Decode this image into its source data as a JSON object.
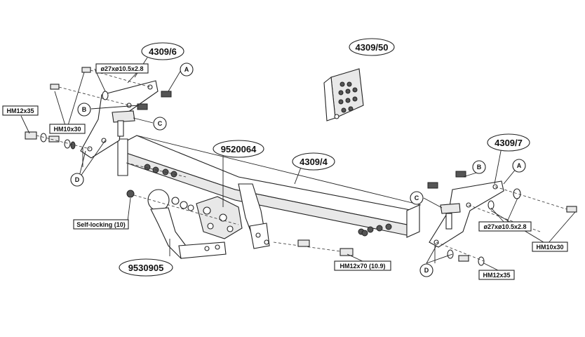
{
  "callouts": {
    "plate_left": "4309/6",
    "control_unit": "4309/50",
    "plate_right": "4309/7",
    "wiring_bracket": "9520064",
    "crossbar": "4309/4",
    "towball": "9530905"
  },
  "boxed_labels": {
    "hm12x35_left": "HM12x35",
    "washer_left": "ø27xø10.5x2.8",
    "hm10x30_left": "HM10x30",
    "self_locking": "Self-locking (10)",
    "hm12x70": "HM12x70 (10.9)",
    "washer_right": "ø27xø10.5x2.8",
    "hm10x30_right": "HM10x30",
    "hm12x35_right": "HM12x35"
  },
  "circle_labels": {
    "a_left": "A",
    "b_left": "B",
    "c_left": "C",
    "d_left": "D",
    "a_right": "A",
    "b_right": "B",
    "c_right": "C",
    "d_right": "D"
  }
}
